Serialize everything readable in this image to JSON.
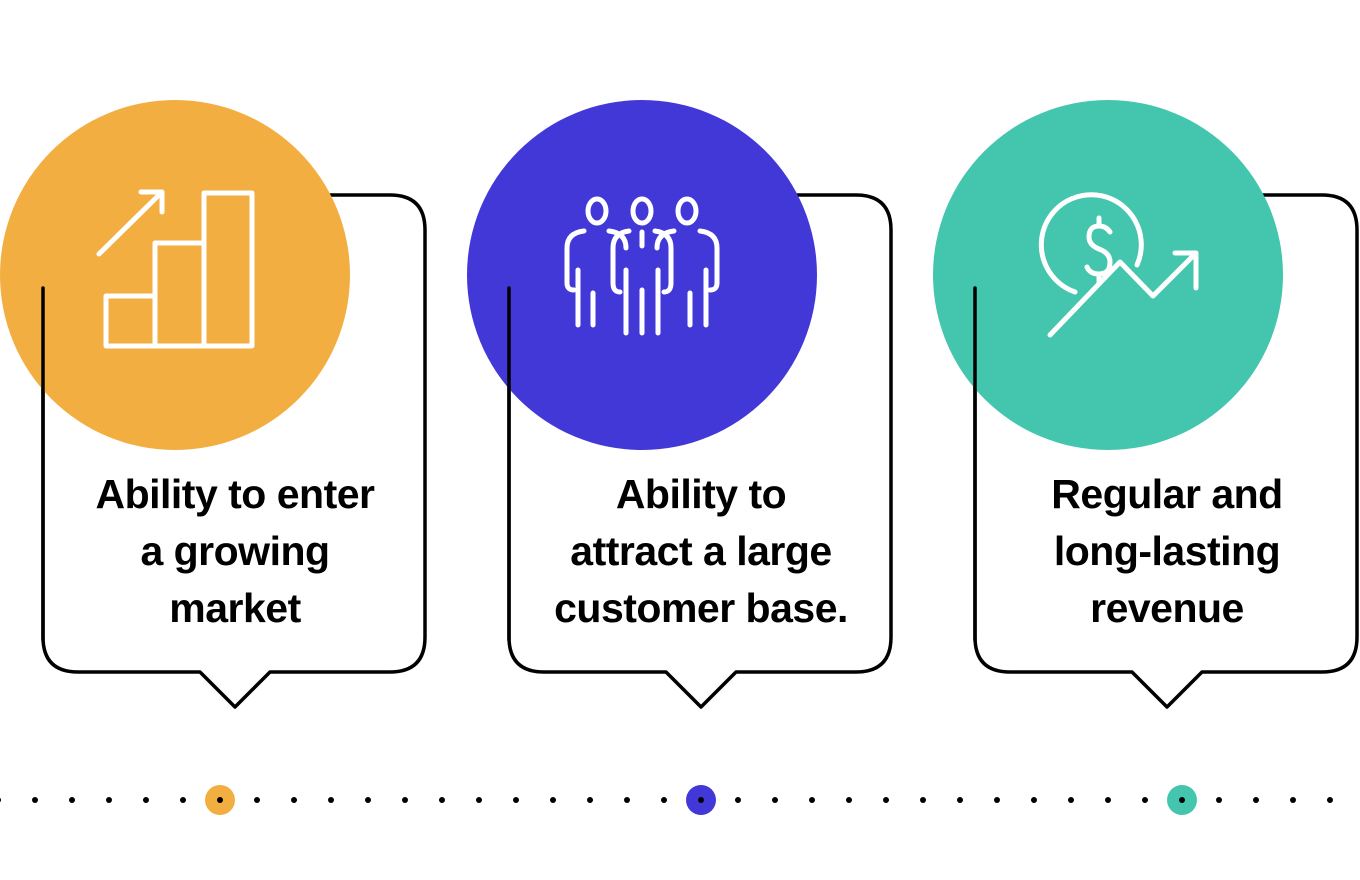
{
  "colors": {
    "orange": "#F2AE40",
    "blue": "#4238D8",
    "teal": "#44C6AE",
    "outline": "#000000"
  },
  "cards": [
    {
      "icon": "bar-chart-growth-icon",
      "color": "#F2AE40",
      "lines": [
        "Ability to enter",
        "a growing",
        "market"
      ]
    },
    {
      "icon": "people-group-icon",
      "color": "#4238D8",
      "lines": [
        "Ability to",
        "attract a large",
        "customer base."
      ]
    },
    {
      "icon": "dollar-revenue-trend-icon",
      "color": "#44C6AE",
      "lines": [
        "Regular and",
        "long-lasting",
        "revenue"
      ]
    }
  ],
  "timeline": {
    "markers": [
      "#F2AE40",
      "#4238D8",
      "#44C6AE"
    ]
  }
}
